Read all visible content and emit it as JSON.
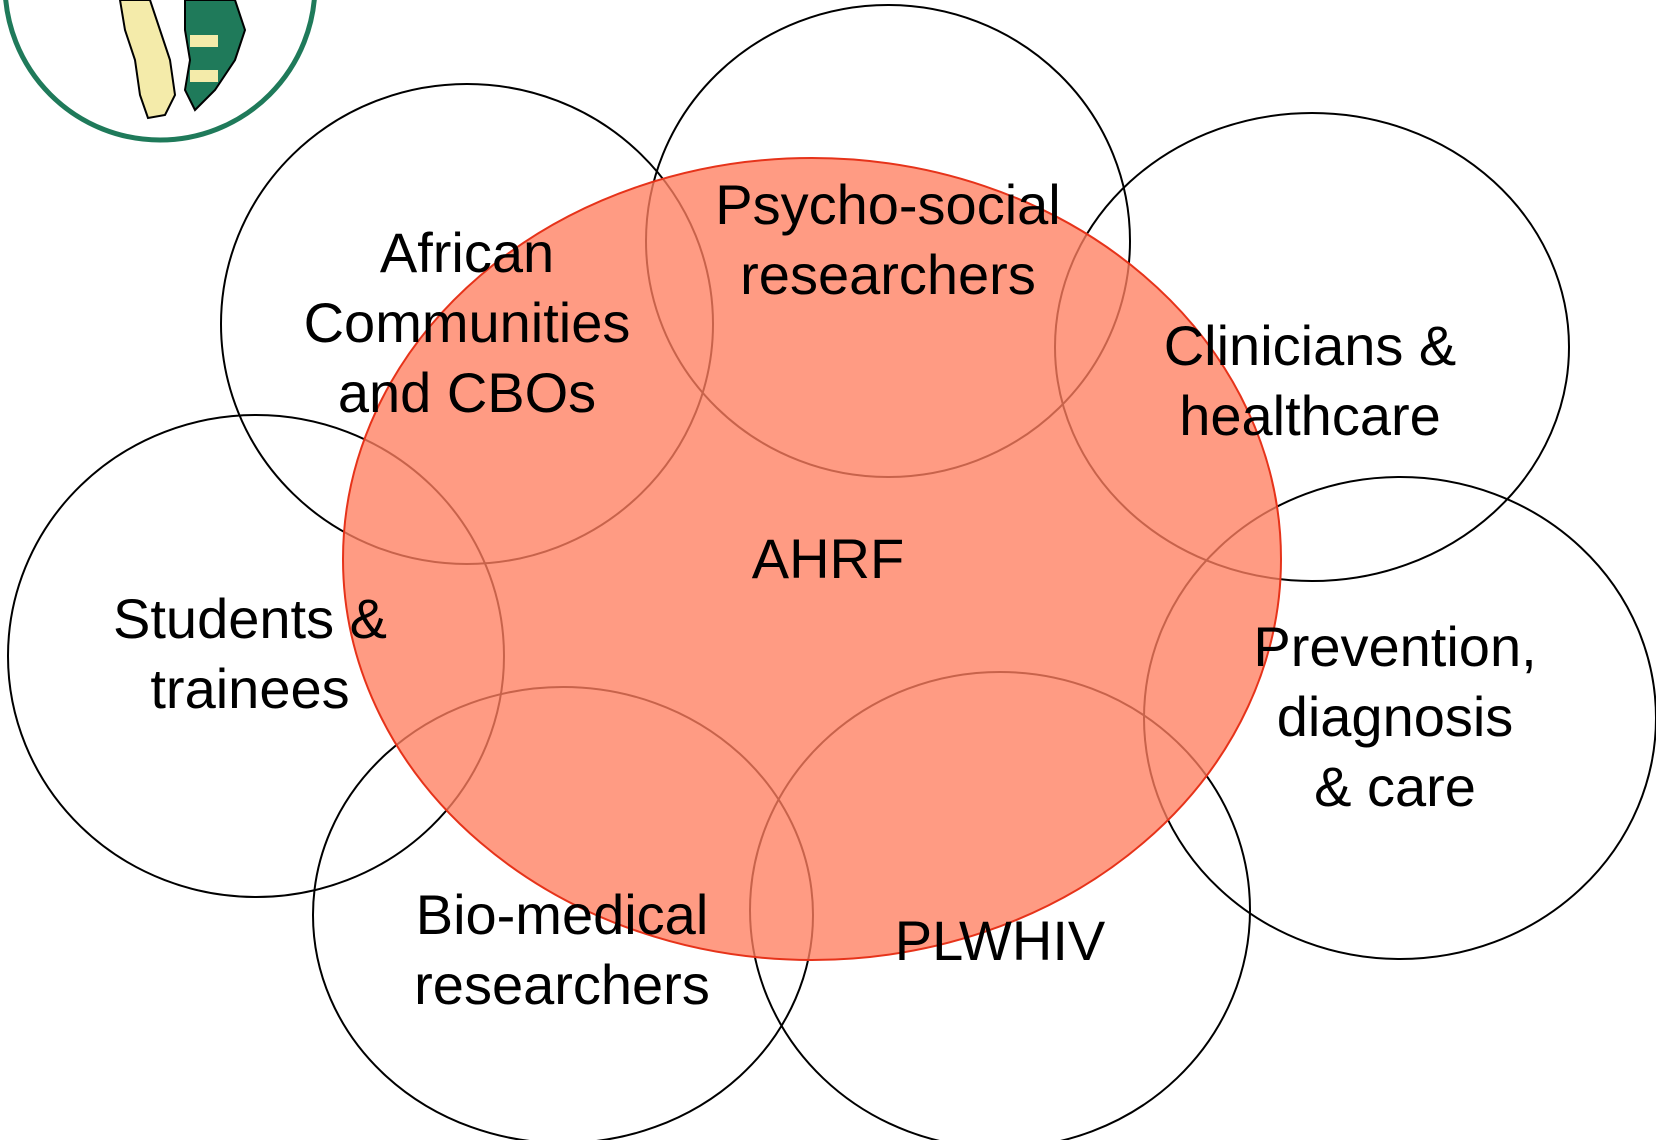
{
  "colors": {
    "outline": "#000000",
    "center_fill": "#ff9a83",
    "center_stroke": "#e6331a",
    "logo_green": "#1f7a5a",
    "logo_yellow": "#f4ebaa"
  },
  "center": {
    "label": "AHRF"
  },
  "groups": [
    {
      "id": "psychosocial",
      "lines": [
        "Psycho-social",
        "researchers"
      ]
    },
    {
      "id": "communities",
      "lines": [
        "African",
        "Communities",
        "and CBOs"
      ]
    },
    {
      "id": "clinicians",
      "lines": [
        "Clinicians &",
        "healthcare"
      ]
    },
    {
      "id": "students",
      "lines": [
        "Students &",
        "trainees"
      ]
    },
    {
      "id": "prevention",
      "lines": [
        "Prevention,",
        "diagnosis",
        "& care"
      ]
    },
    {
      "id": "biomedical",
      "lines": [
        "Bio-medical",
        "researchers"
      ]
    },
    {
      "id": "plwhiv",
      "lines": [
        "PLWHIV"
      ]
    }
  ]
}
